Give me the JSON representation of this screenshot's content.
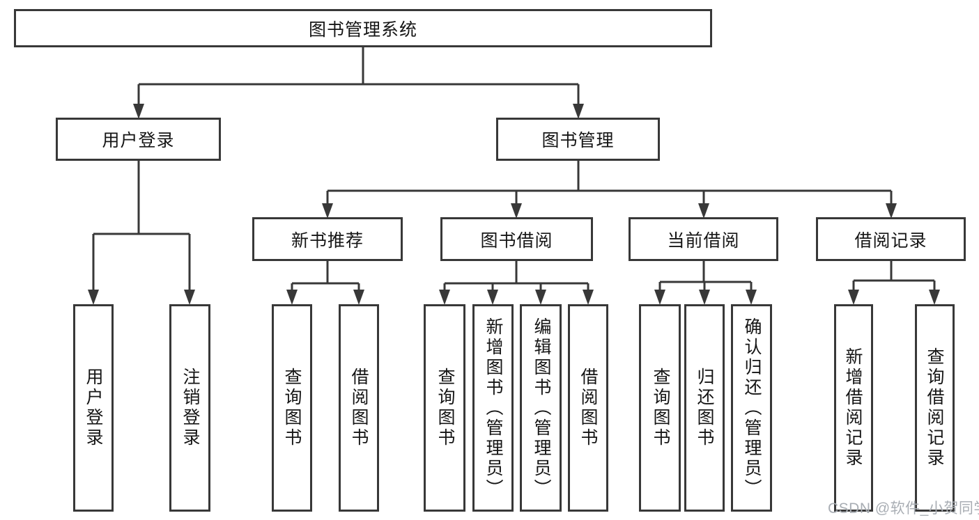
{
  "title": "图书管理系统",
  "colors": {
    "line": "#383838",
    "text": "#151515",
    "box_bg": "#ffffff",
    "watermark": "#a9aeb4"
  },
  "watermark": "CSDN @软件_小贺同学",
  "tree": {
    "root": {
      "label": "图书管理系统",
      "children": [
        {
          "label": "用户登录",
          "children": [
            {
              "label": "用户登录"
            },
            {
              "label": "注销登录"
            }
          ]
        },
        {
          "label": "图书管理",
          "children": [
            {
              "label": "新书推荐",
              "children": [
                {
                  "label": "查询图书"
                },
                {
                  "label": "借阅图书"
                }
              ]
            },
            {
              "label": "图书借阅",
              "children": [
                {
                  "label": "查询图书"
                },
                {
                  "label": "新增图书（管理员）"
                },
                {
                  "label": "编辑图书（管理员）"
                },
                {
                  "label": "借阅图书"
                }
              ]
            },
            {
              "label": "当前借阅",
              "children": [
                {
                  "label": "查询图书"
                },
                {
                  "label": "归还图书"
                },
                {
                  "label": "确认归还（管理员）"
                }
              ]
            },
            {
              "label": "借阅记录",
              "children": [
                {
                  "label": "新增借阅记录"
                },
                {
                  "label": "查询借阅记录"
                }
              ]
            }
          ]
        }
      ]
    }
  }
}
